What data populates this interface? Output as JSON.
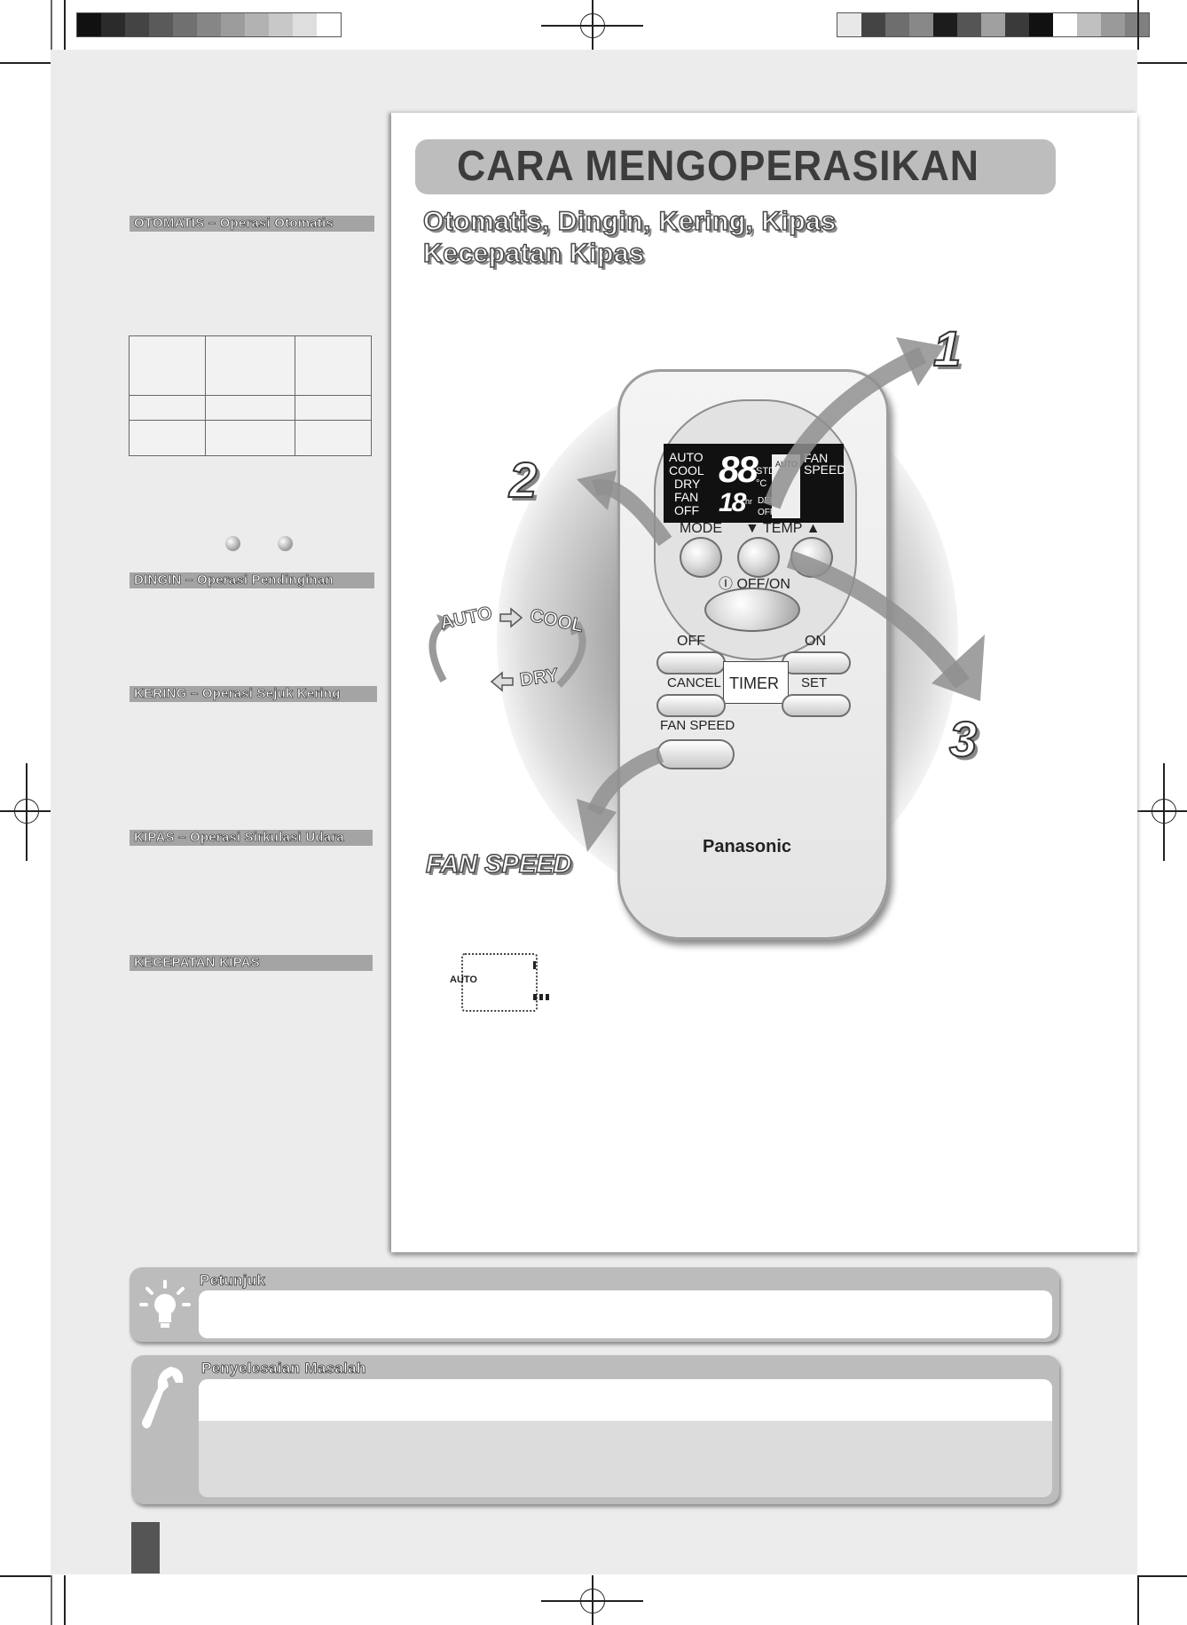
{
  "colorbar_left": [
    "#111111",
    "#2b2b2b",
    "#444444",
    "#5a5a5a",
    "#707070",
    "#868686",
    "#9c9c9c",
    "#b2b2b2",
    "#c8c8c8",
    "#dedede",
    "#ffffff"
  ],
  "colorbar_right": [
    "#e8e8e8",
    "#444444",
    "#6e6e6e",
    "#888888",
    "#1c1c1c",
    "#555555",
    "#a0a0a0",
    "#3a3a3a",
    "#111111",
    "#ffffff",
    "#c0c0c0",
    "#9a9a9a",
    "#808080"
  ],
  "header": {
    "title": "CARA MENGOPERASIKAN",
    "subtitle_line1": "Otomatis, Dingin, Kering, Kipas",
    "subtitle_line2": "Kecepatan Kipas"
  },
  "sidebar": {
    "sections": [
      {
        "name": "OTOMATIS",
        "desc": "Operasi Otomatis"
      },
      {
        "name": "DINGIN",
        "desc": "Operasi Pendinginan"
      },
      {
        "name": "KERING",
        "desc": "Operasi Sejuk Kering"
      },
      {
        "name": "KIPAS",
        "desc": "Operasi Sirkulasi Udara"
      },
      {
        "name": "KECEPATAN KIPAS",
        "desc": ""
      }
    ],
    "separator": " – "
  },
  "steps": {
    "one": "1",
    "two": "2",
    "three": "3"
  },
  "mode_cycle": {
    "auto": "AUTO",
    "cool": "COOL",
    "dry": "DRY"
  },
  "remote": {
    "lcd": {
      "modes": [
        "AUTO",
        "COOL",
        "DRY",
        "FAN",
        "OFF"
      ],
      "digits_big": "88",
      "digits_small": "18",
      "std": "STD",
      "unit": "°C",
      "hr": "hr",
      "delay": "DELAY",
      "offon": "OFF/ON",
      "auto_small": "AUTO",
      "fan_speed": "FAN SPEED"
    },
    "mode_label": "MODE",
    "temp_label": "▼ TEMP ▲",
    "offon_label": "Ⓘ OFF/ON",
    "timer_off": "OFF",
    "timer_on": "ON",
    "cancel": "CANCEL",
    "timer": "TIMER",
    "set": "SET",
    "fan_speed": "FAN SPEED",
    "brand": "Panasonic"
  },
  "fan_speed_heading": "FAN SPEED",
  "fan_mode_indicator": "AUTO",
  "tips": {
    "title": "Petunjuk"
  },
  "troubleshooting": {
    "title": "Penyelesaian Masalah"
  },
  "icons": {
    "tips": "lightbulb-icon",
    "troubleshooting": "wrench-icon"
  }
}
